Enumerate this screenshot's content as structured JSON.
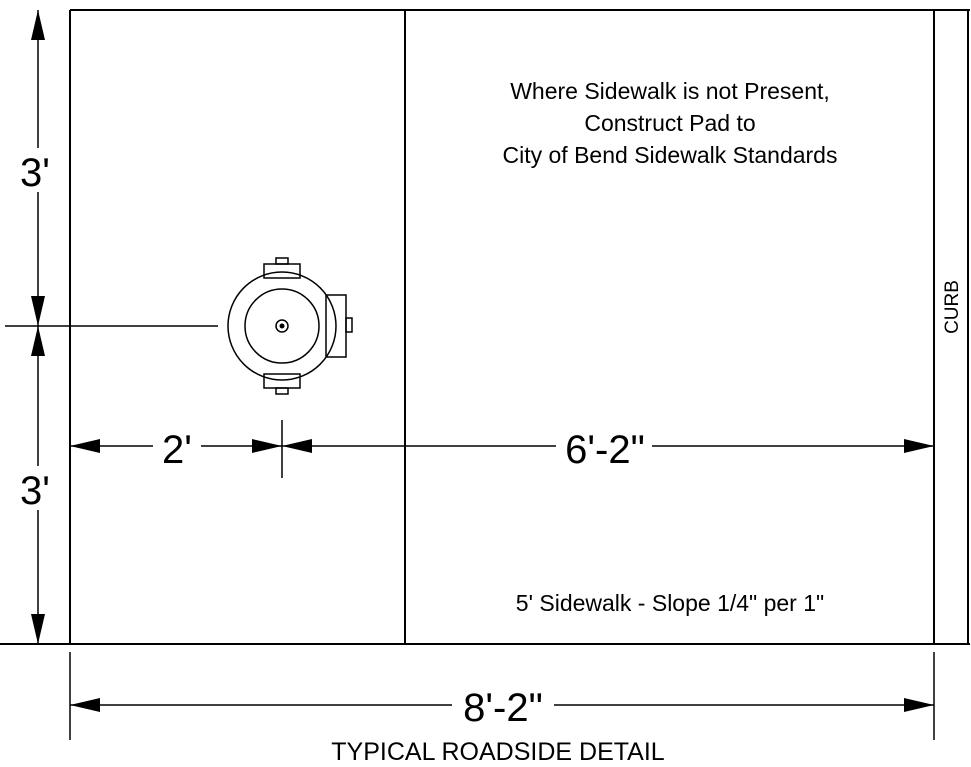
{
  "notes": {
    "pad_line1": "Where Sidewalk is not Present,",
    "pad_line2": "Construct Pad to",
    "pad_line3": "City of Bend Sidewalk Standards",
    "sidewalk": "5' Sidewalk - Slope 1/4\" per 1\""
  },
  "dimensions": {
    "upper_height": "3'",
    "lower_height": "3'",
    "offset_to_hydrant": "2'",
    "hydrant_to_curb": "6'-2\"",
    "overall_width": "8'-2\""
  },
  "labels": {
    "curb": "CURB",
    "title": "TYPICAL ROADSIDE DETAIL"
  },
  "icons": {
    "hydrant": "fire-hydrant-plan-icon"
  }
}
